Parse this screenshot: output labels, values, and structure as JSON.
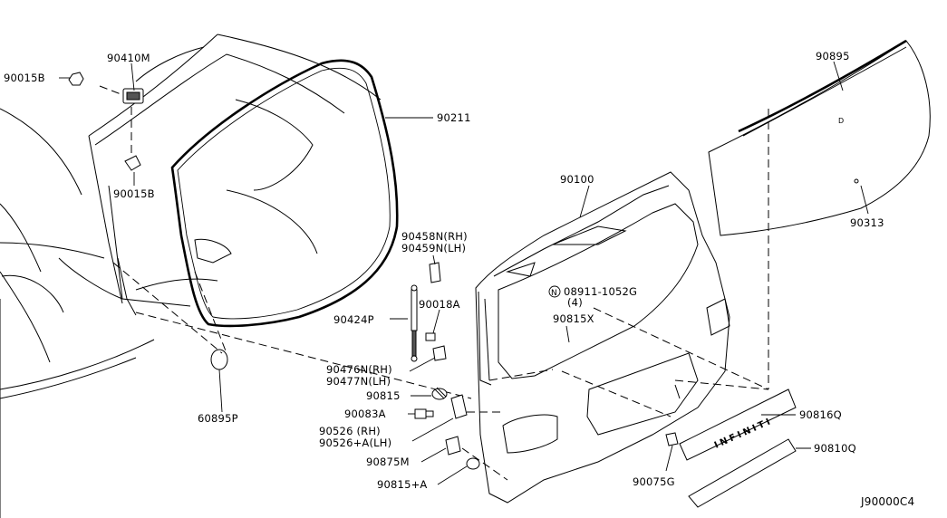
{
  "callouts": [
    {
      "key": "p90015B_a",
      "text": "90015B"
    },
    {
      "key": "p90410M",
      "text": "90410M"
    },
    {
      "key": "p90015B_b",
      "text": "90015B"
    },
    {
      "key": "p90211",
      "text": "90211"
    },
    {
      "key": "p60895P",
      "text": "60895P"
    },
    {
      "key": "p90895",
      "text": "90895"
    },
    {
      "key": "p90313",
      "text": "90313"
    },
    {
      "key": "p90100",
      "text": "90100"
    },
    {
      "key": "p90458N",
      "text": "90458N(RH)"
    },
    {
      "key": "p90459N",
      "text": "90459N(LH)"
    },
    {
      "key": "p08911",
      "text": "08911-1052G"
    },
    {
      "key": "p08911q",
      "text": "(4)"
    },
    {
      "key": "p90815X",
      "text": "90815X"
    },
    {
      "key": "p90018A",
      "text": "90018A"
    },
    {
      "key": "p90424P",
      "text": "90424P"
    },
    {
      "key": "p90476N",
      "text": "90476N(RH)"
    },
    {
      "key": "p90477N",
      "text": "90477N(LH)"
    },
    {
      "key": "p90815",
      "text": "90815"
    },
    {
      "key": "p90083A",
      "text": "90083A"
    },
    {
      "key": "p90526",
      "text": "90526   (RH)"
    },
    {
      "key": "p90526A",
      "text": "90526+A(LH)"
    },
    {
      "key": "p90875M",
      "text": "90875M"
    },
    {
      "key": "p90815A",
      "text": "90815+A"
    },
    {
      "key": "p90075G",
      "text": "90075G"
    },
    {
      "key": "p90816Q",
      "text": "90816Q"
    },
    {
      "key": "p90810Q",
      "text": "90810Q"
    }
  ],
  "nut_symbol": "N",
  "emblem_text": "INFINITI",
  "window_mark": "D",
  "diagram_code": "J90000C4"
}
